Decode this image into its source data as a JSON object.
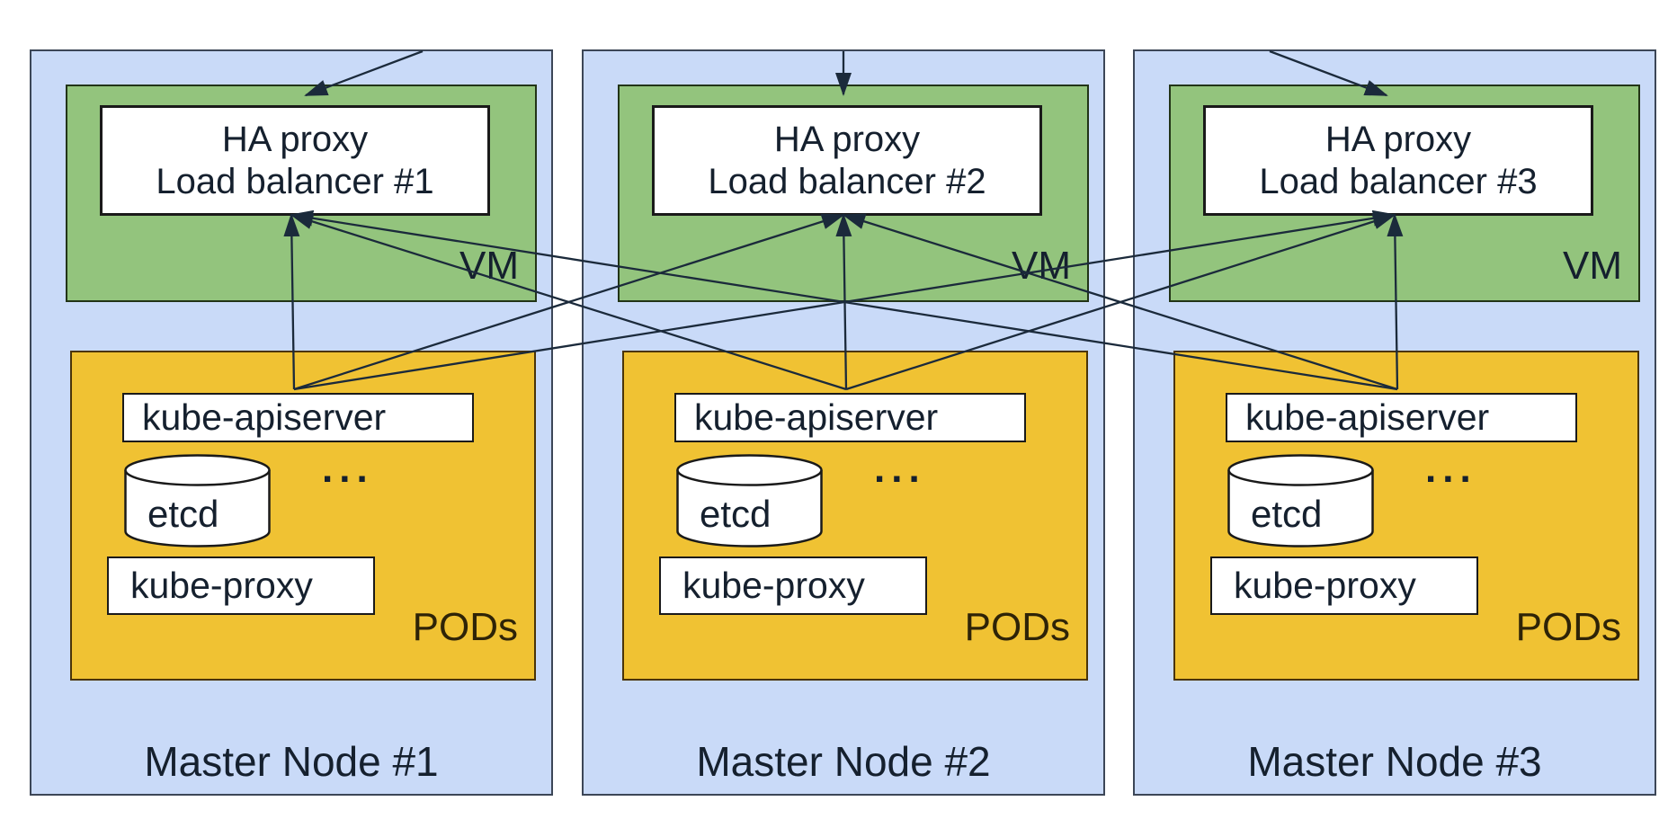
{
  "diagram": {
    "colors": {
      "background": "#ffffff",
      "node_fill": "#c9daf8",
      "vm_fill": "#93c47d",
      "pods_fill": "#f0c233",
      "box_fill": "#ffffff",
      "border": "#222222",
      "arrow": "#1b2a3b",
      "text": "#15202e"
    },
    "nodes": [
      {
        "title": "Master Node #1",
        "vm_label": "VM",
        "lb_line1": "HA proxy",
        "lb_line2": "Load balancer #1",
        "apiserver_label": "kube-apiserver",
        "ellipsis": "...",
        "etcd_label": "etcd",
        "kubeproxy_label": "kube-proxy",
        "pods_label": "PODs"
      },
      {
        "title": "Master Node #2",
        "vm_label": "VM",
        "lb_line1": "HA proxy",
        "lb_line2": "Load balancer #2",
        "apiserver_label": "kube-apiserver",
        "ellipsis": "...",
        "etcd_label": "etcd",
        "kubeproxy_label": "kube-proxy",
        "pods_label": "PODs"
      },
      {
        "title": "Master Node #3",
        "vm_label": "VM",
        "lb_line1": "HA proxy",
        "lb_line2": "Load balancer #3",
        "apiserver_label": "kube-apiserver",
        "ellipsis": "...",
        "etcd_label": "etcd",
        "kubeproxy_label": "kube-proxy",
        "pods_label": "PODs"
      }
    ]
  }
}
